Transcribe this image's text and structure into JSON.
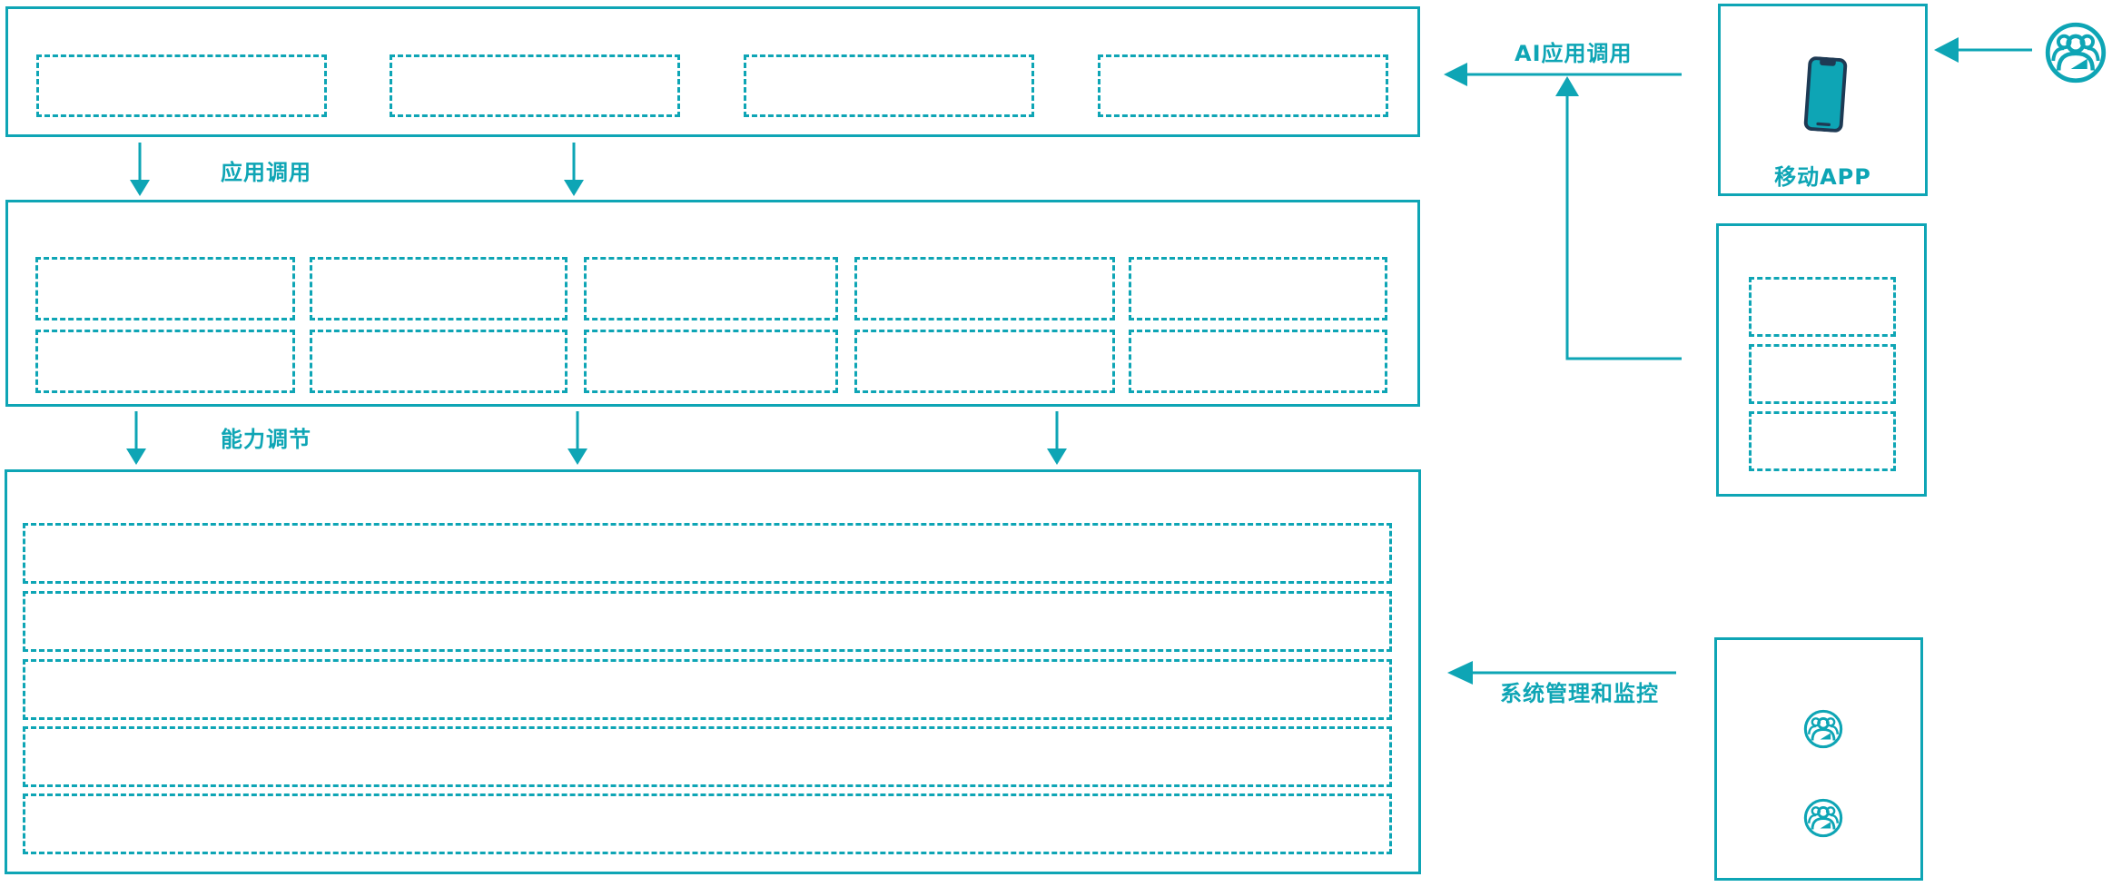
{
  "colors": {
    "teal": "#0EA5B5",
    "navy": "#1E3A54"
  },
  "labels": {
    "app_call": "应用调用",
    "capability_adjust": "能力调节",
    "ai_app_call": "AI应用调用",
    "system_monitor": "系统管理和监控",
    "mobile_app": "移动APP"
  },
  "icons": {
    "mobile_phone": "mobile-phone-icon",
    "user_group": "user-group-icon"
  },
  "structure": {
    "top_panel_placeholders": 4,
    "middle_panel_rows": 2,
    "middle_panel_columns": 5,
    "bottom_panel_rows": 5,
    "service_panel_placeholders": 3,
    "admin_user_icons": 2
  }
}
